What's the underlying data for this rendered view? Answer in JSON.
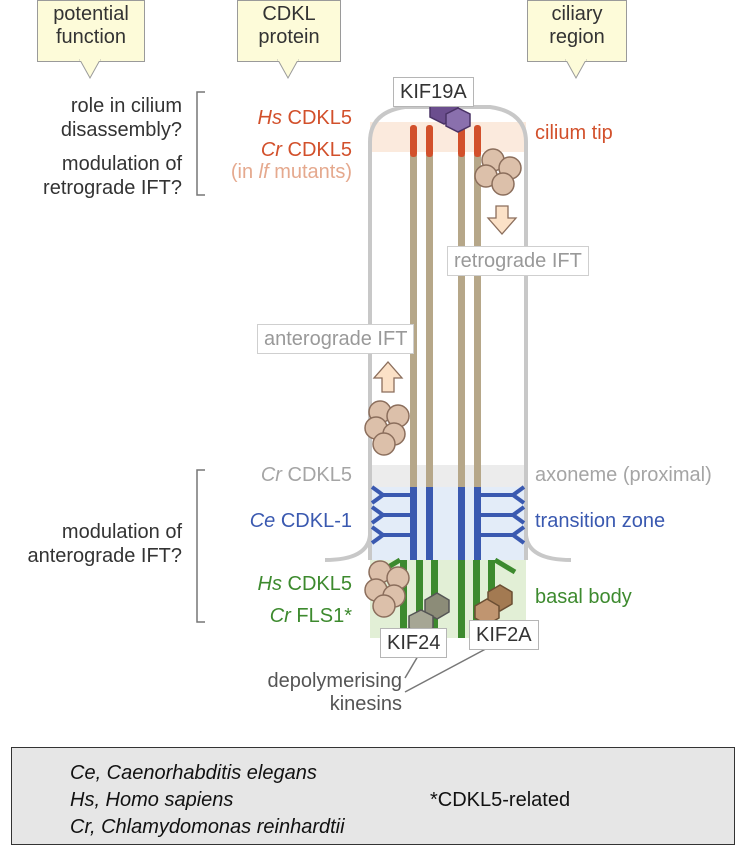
{
  "headers": {
    "function": [
      "potential",
      "function"
    ],
    "protein": [
      "CDKL",
      "protein"
    ],
    "region": [
      "ciliary",
      "region"
    ]
  },
  "functions": {
    "disassembly": [
      "role in cilium",
      "disassembly?"
    ],
    "retrograde": [
      "modulation of",
      "retrograde IFT?"
    ],
    "anterograde": [
      "modulation of",
      "anterograde IFT?"
    ]
  },
  "proteins": {
    "tip_hs": {
      "species": "Hs",
      "name": " CDKL5",
      "color": "#d2502b"
    },
    "tip_cr": {
      "species": "Cr",
      "name": " CDKL5",
      "color": "#d2502b"
    },
    "tip_note": {
      "prefix": "(in ",
      "species": "lf",
      "suffix": " mutants)",
      "color": "#e5a98e"
    },
    "axo_cr": {
      "species": "Cr",
      "name": " CDKL5",
      "color": "#a5a5a5"
    },
    "tz_ce": {
      "species": "Ce",
      "name": " CDKL-1",
      "color": "#3a59b0"
    },
    "bb_hs": {
      "species": "Hs",
      "name": " CDKL5",
      "color": "#3d8a2e"
    },
    "bb_cr": {
      "species": "Cr",
      "name": " FLS1*",
      "color": "#3d8a2e"
    }
  },
  "regions": {
    "tip": {
      "label": "cilium tip",
      "color": "#d2502b"
    },
    "axoneme": {
      "label": "axoneme (proximal)",
      "color": "#a5a5a5"
    },
    "tz": {
      "label": "transition zone",
      "color": "#3a59b0"
    },
    "bb": {
      "label": "basal body",
      "color": "#3d8a2e"
    }
  },
  "transport": {
    "retrograde": "retrograde IFT",
    "anterograde": "anterograde IFT"
  },
  "kinesins": {
    "kif19a": "KIF19A",
    "kif24": "KIF24",
    "kif2a": "KIF2A",
    "caption": [
      "depolymerising",
      "kinesins"
    ]
  },
  "legend": {
    "ce": "Ce, Caenorhabditis elegans",
    "hs": "Hs, Homo sapiens",
    "cr": "Cr, Chlamydomonas reinhardtii",
    "note": "*CDKL5-related"
  }
}
